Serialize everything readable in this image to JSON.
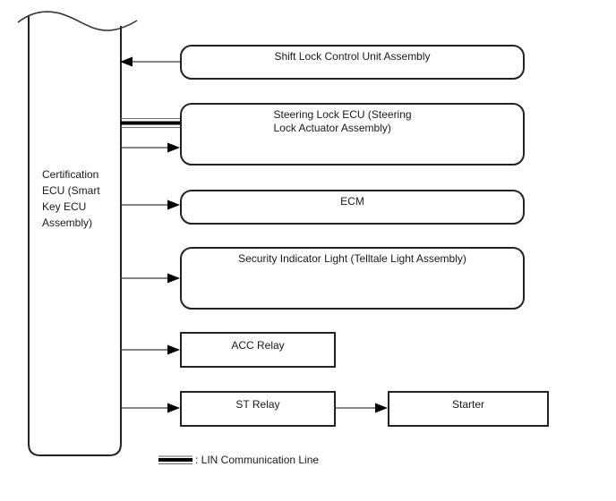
{
  "diagram": {
    "title_context": "smart-key-system-communication-diagram",
    "certification_ecu": {
      "label": "Certification\nECU (Smart\nKey ECU\nAssembly)"
    },
    "nodes": {
      "shift_lock": {
        "label": "Shift Lock Control Unit Assembly",
        "shape": "rounded",
        "connection": "arrow-to-ecu"
      },
      "steering_lock": {
        "label": "Steering Lock ECU (Steering\nLock Actuator Assembly)",
        "shape": "rounded",
        "connection": "lin-line-and-arrow-from-ecu"
      },
      "ecm": {
        "label": "ECM",
        "shape": "rounded",
        "connection": "arrow-from-ecu"
      },
      "security_indicator": {
        "label": "Security Indicator Light (Telltale Light Assembly)",
        "shape": "rounded",
        "connection": "arrow-from-ecu"
      },
      "acc_relay": {
        "label": "ACC Relay",
        "shape": "rectangle",
        "connection": "arrow-from-ecu"
      },
      "st_relay": {
        "label": "ST Relay",
        "shape": "rectangle",
        "connection": "arrow-from-ecu"
      },
      "starter": {
        "label": "Starter",
        "shape": "rectangle",
        "connection": "arrow-from-st-relay"
      }
    },
    "legend": {
      "symbol": "lin-communication-line-symbol",
      "label": ": LIN Communication Line"
    },
    "colors": {
      "background": "#ffffff",
      "border": "#222222",
      "wire": "#3a3a3a",
      "lin_thick": "#000000",
      "lin_thin": "#666666",
      "text": "#1a1a1a"
    }
  }
}
